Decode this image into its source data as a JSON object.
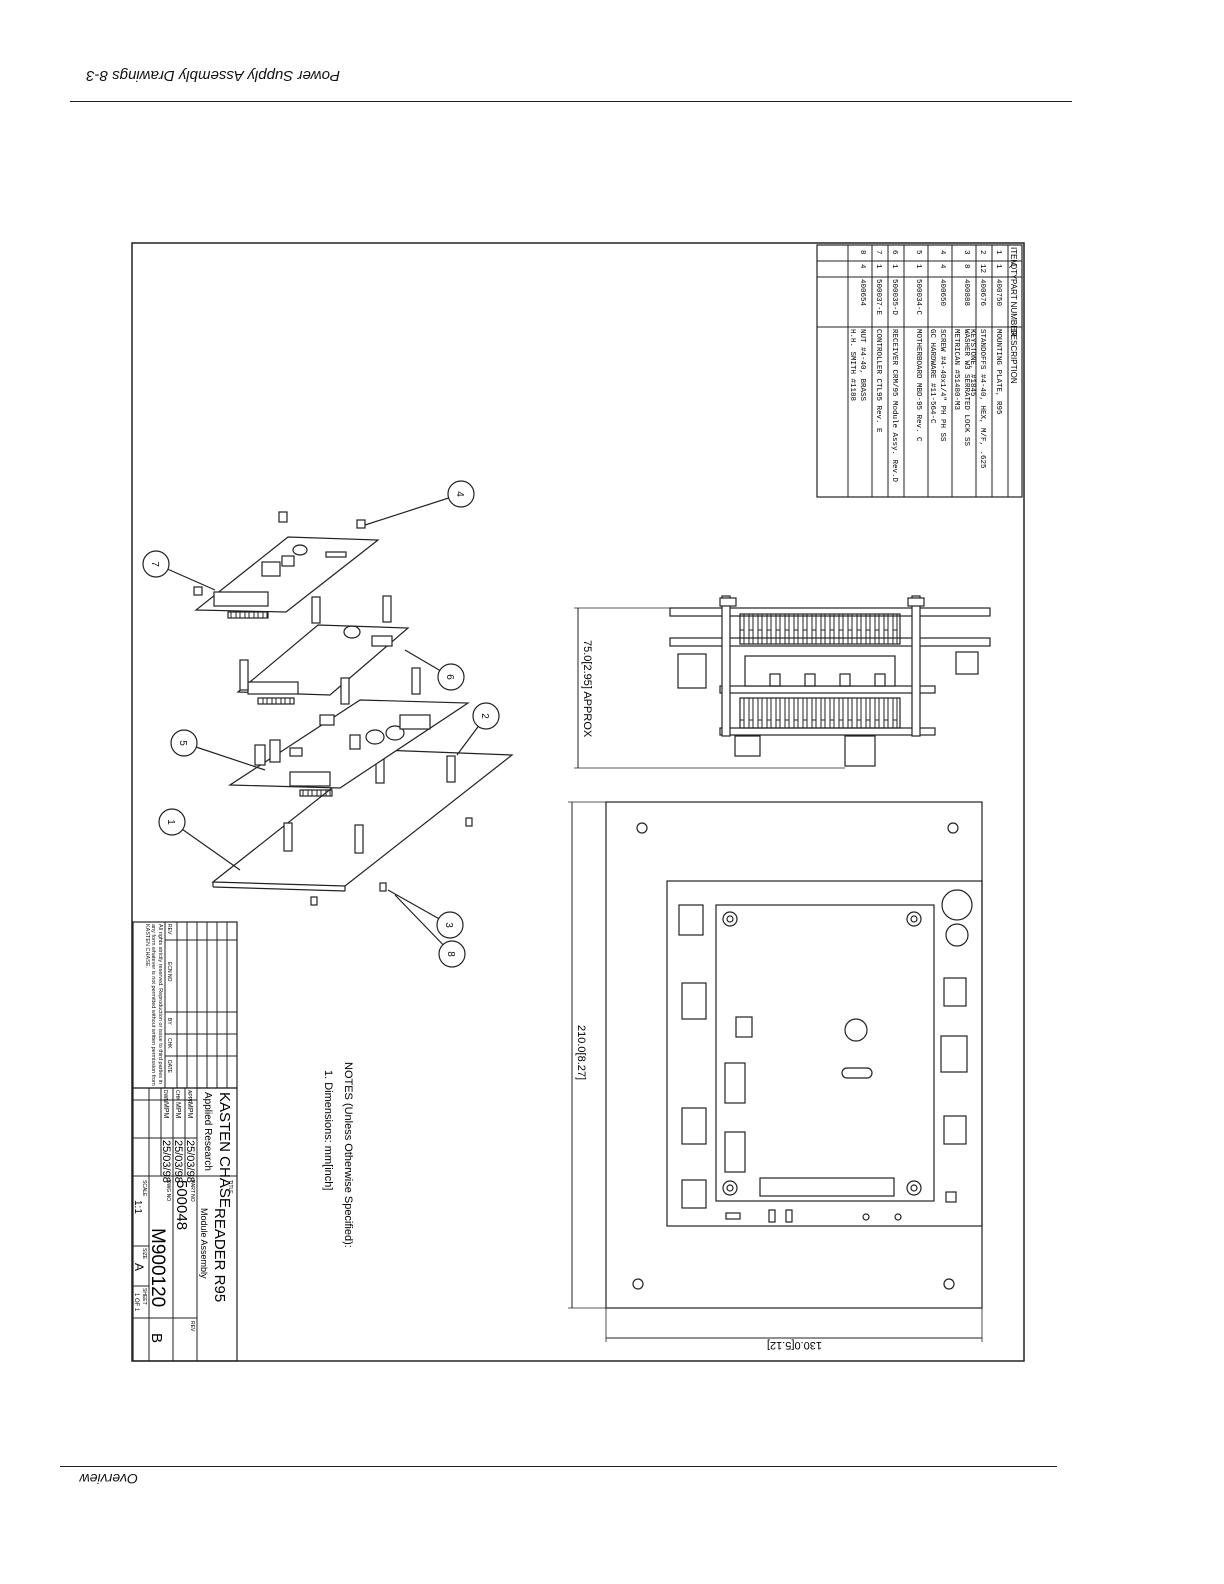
{
  "header": {
    "text": "Power Supply Assembly Drawings 8-3"
  },
  "footer": {
    "text": "Overview"
  },
  "bom": {
    "headers": {
      "item": "ITEM",
      "qty": "QTY",
      "part": "PART NUMBER",
      "desc": "DESCRIPTION"
    },
    "rows": [
      {
        "item": "1",
        "qty": "1",
        "part": "400750",
        "desc": [
          "MOUNTING PLATE, R95"
        ]
      },
      {
        "item": "2",
        "qty": "12",
        "part": "400676",
        "desc": [
          "STANDOFFS #4-40, HEX, M/F, .625",
          "KEYSTONE, #1845"
        ]
      },
      {
        "item": "3",
        "qty": "8",
        "part": "400888",
        "desc": [
          "WASHER W3 SERRATED LOCK SS",
          "METRICAN #51480-M3"
        ]
      },
      {
        "item": "4",
        "qty": "4",
        "part": "400650",
        "desc": [
          "SCREW #4-40x1/4\" PH PH SS",
          "GC HARDWARE #11-564-C"
        ]
      },
      {
        "item": "5",
        "qty": "1",
        "part": "500034-C",
        "desc": [
          "MOTHERBOARD MBD-95 Rev. C"
        ]
      },
      {
        "item": "6",
        "qty": "1",
        "part": "500035-D",
        "desc": [
          "RECEIVER CRM/95 Module Assy. Rev.D"
        ]
      },
      {
        "item": "7",
        "qty": "1",
        "part": "500037-E",
        "desc": [
          "CONTROLLER CTL95 Rev. E"
        ]
      },
      {
        "item": "8",
        "qty": "4",
        "part": "400654",
        "desc": [
          "NUT #4-40, BRASS",
          "H.H. SMITH #1188"
        ]
      }
    ]
  },
  "dims": {
    "height": "75.0[2.95] APPROX",
    "width": "130.0[5.12]",
    "depth": "210.0[8.27]"
  },
  "notes": {
    "title": "NOTES (Unless Otherwise Specified):",
    "n1": "1. Dimensions: mm[inch]"
  },
  "title_block": {
    "company": "KASTEN CHASE",
    "division": "Applied Research",
    "title_label": "TITLE",
    "title": "READER R95",
    "subtitle": "Module Assembly",
    "part_no_label": "PART NO",
    "part_no": "500048",
    "dwg_no_label": "DWG NO",
    "dwg_no": "M900120",
    "rev_label": "REV",
    "rev": "B",
    "scale_label": "SCALE",
    "scale": "1:1",
    "size_label": "SIZE",
    "size": "A",
    "sheet_label": "SHEET",
    "sheet": "1 OF 1",
    "dwn_label": "DWN",
    "dwn": "MPM",
    "dwn_date": "25/03/98",
    "chk_label": "CHK",
    "chk": "MPM",
    "chk_date": "25/03/98",
    "app_label": "APPR",
    "app": "MPM",
    "app_date": "25/03/98",
    "rev_cols": {
      "rev": "REV",
      "ecn": "ECN NO",
      "by": "BY",
      "chk": "CHK",
      "date": "DATE"
    },
    "rights": "All rights strictly reserved. Reproduction or issue to third parties in any form whatever is not permitted without written permission from KASTEN CHASE."
  },
  "balloons": [
    "1",
    "2",
    "3",
    "4",
    "5",
    "6",
    "7",
    "8"
  ]
}
